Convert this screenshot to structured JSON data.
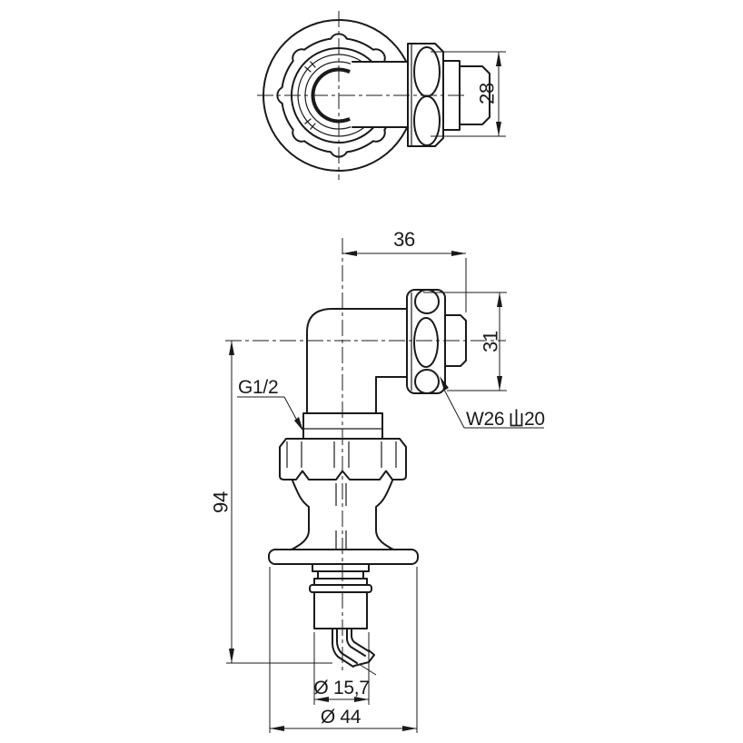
{
  "page": {
    "background": "#ffffff",
    "line_color": "#1a1a1a",
    "description": "Technical drawing of a wall elbow faucet fitting: top view and front view with dimensions"
  },
  "labels": {
    "inlet_thread": {
      "value": "G1/2"
    },
    "outlet_thread": {
      "value": "W26山20",
      "prefix": "W26",
      "suffix": "20"
    }
  },
  "dimensions": {
    "cap_height": {
      "value": "28"
    },
    "offset_width": {
      "value": "36"
    },
    "nut_height": {
      "value": "31"
    },
    "body_height": {
      "value": "94"
    },
    "spout_diameter": {
      "value": "Ø 15,7"
    },
    "flange_diameter": {
      "value": "Ø 44"
    }
  }
}
